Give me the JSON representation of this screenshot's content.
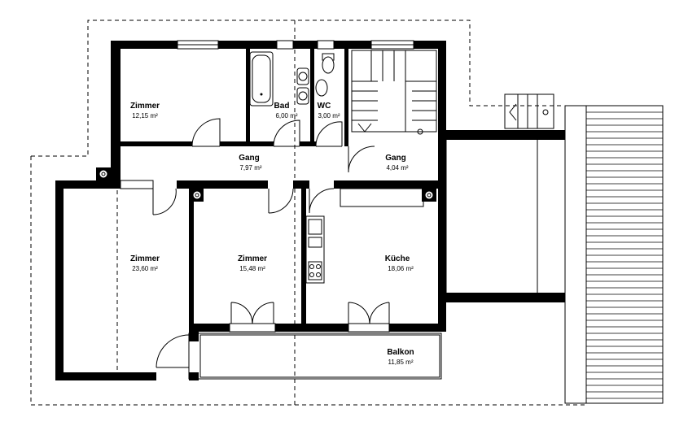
{
  "rooms": [
    {
      "name": "Zimmer",
      "area": "12,15 m²"
    },
    {
      "name": "Bad",
      "area": "6,00 m²"
    },
    {
      "name": "WC",
      "area": "3,00 m²"
    },
    {
      "name": "Gang",
      "area": "7,97 m²"
    },
    {
      "name": "Gang",
      "area": "4,04 m²"
    },
    {
      "name": "Zimmer",
      "area": "23,60 m²"
    },
    {
      "name": "Zimmer",
      "area": "15,48 m²"
    },
    {
      "name": "Küche",
      "area": "18,06 m²"
    },
    {
      "name": "Balkon",
      "area": "11,85 m²"
    }
  ]
}
